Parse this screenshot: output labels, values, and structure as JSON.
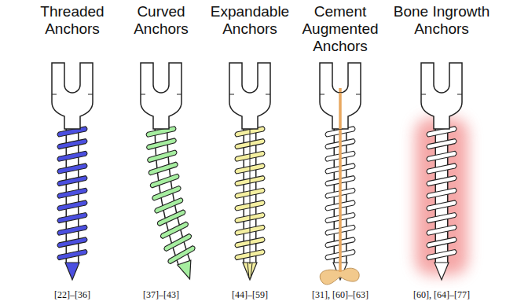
{
  "diagram": {
    "labels": [
      "Threaded Anchors",
      "Curved Anchors",
      "Expandable Anchors",
      "Cement Augmented Anchors",
      "Bone Ingrowth Anchors",
      "[22]–[36]",
      "[37]–[43]",
      "[44]–[59]",
      "[31], [60]–[63]",
      "[60], [64]–[77]"
    ]
  }
}
